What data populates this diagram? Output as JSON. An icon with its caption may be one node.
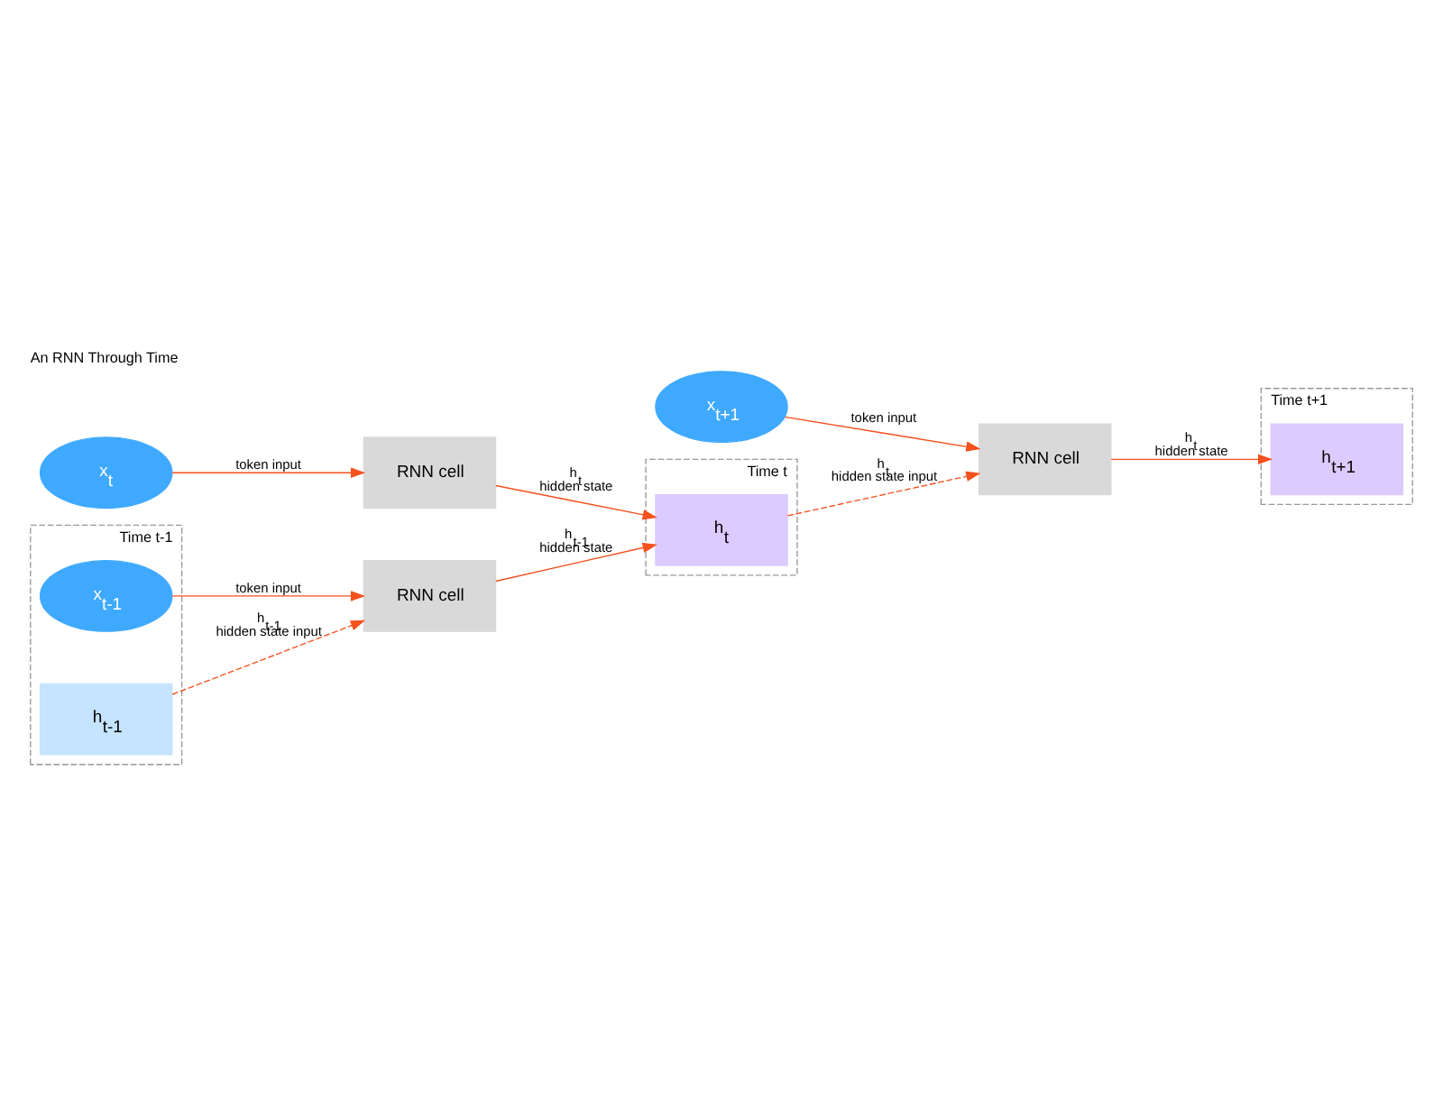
{
  "diagram": {
    "title": "An RNN Through Time",
    "nodes": [
      {
        "text": [
          "Time t+1"
        ]
      },
      {
        "text": [
          "h$_{t+1}$"
        ],
        "in": 0
      },
      {
        "text": [
          "x$_{t+1}$"
        ]
      },
      {
        "text": [
          "RNN cell"
        ]
      },
      {
        "text": [
          "x$_{t}$"
        ]
      },
      {
        "text": [
          "RNN cell"
        ]
      },
      {
        "text": [
          "Time t"
        ]
      },
      {
        "text": [
          "h$_{t}$"
        ],
        "in": 6
      },
      {
        "text": [
          "Time t-1"
        ]
      },
      {
        "text": [
          "x$_{t-1}$"
        ],
        "in": 8
      },
      {
        "text": [
          "h$_{t-1}$"
        ],
        "in": 8
      },
      {
        "text": [
          "RNN cell"
        ]
      }
    ],
    "edges": [
      {
        "from": 2,
        "to": 3,
        "arrow": "to",
        "label": "token input"
      },
      {
        "from": 3,
        "to": 1,
        "arrow": "to",
        "label": "h$_{t}$ hidden state"
      },
      {
        "from": 4,
        "to": 5,
        "arrow": "to",
        "label": "token input"
      },
      {
        "from": 7,
        "to": 3,
        "arrow": "to",
        "label": "h$_{t}$ hidden state input",
        "style": "dashed"
      },
      {
        "from": 5,
        "to": 7,
        "arrow": "to",
        "label": "h$_{t}$ hidden state"
      },
      {
        "from": 9,
        "to": 11,
        "arrow": "to",
        "label": "token input"
      },
      {
        "from": 10,
        "to": 11,
        "arrow": "to",
        "label": "h$_{t-1}$ hidden state input",
        "style": "dashed"
      },
      {
        "from": 11,
        "to": 7,
        "arrow": "to",
        "label": "h$_{t-1}$ hidden state"
      }
    ]
  }
}
